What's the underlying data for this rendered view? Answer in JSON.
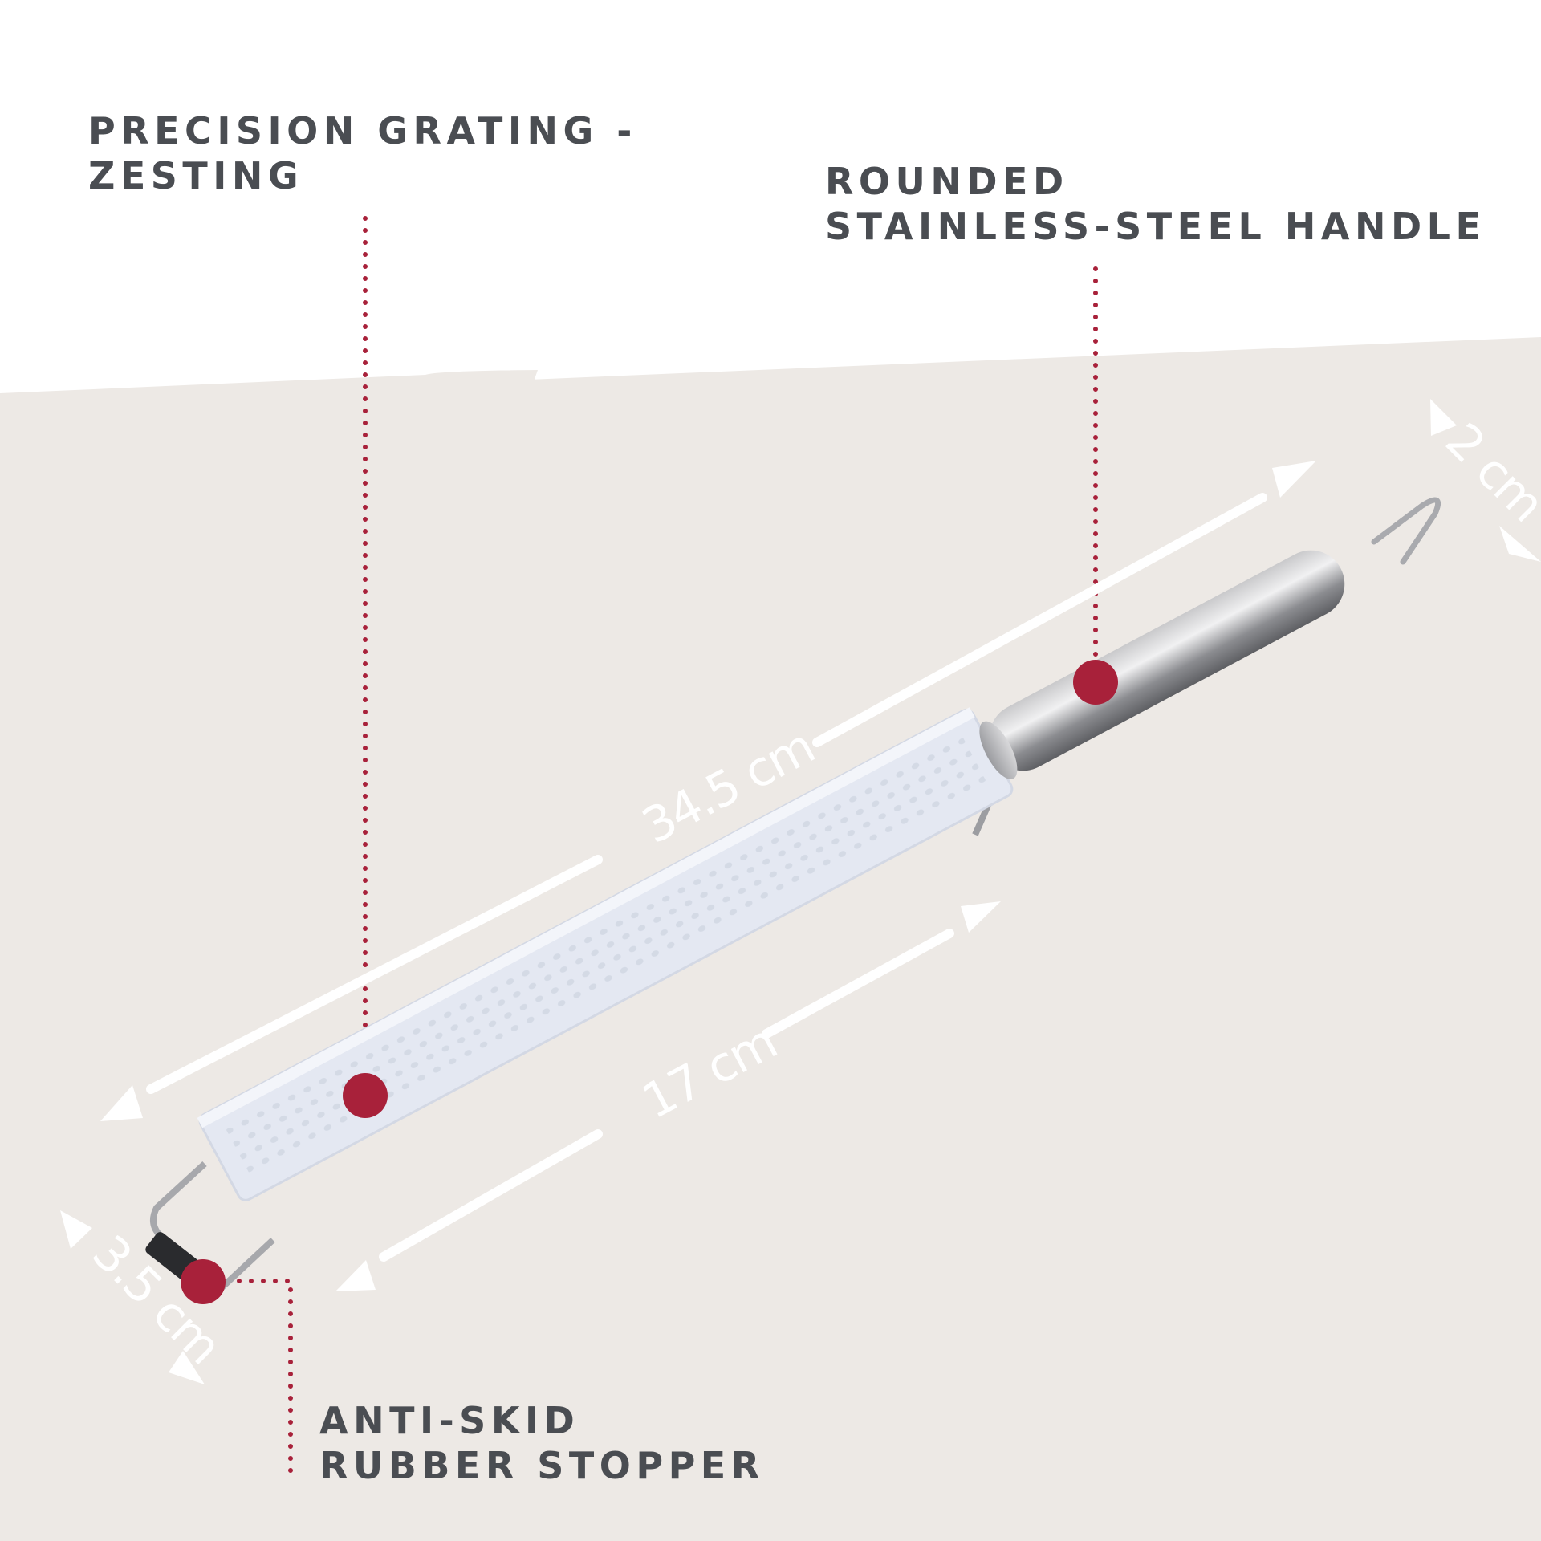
{
  "callouts": {
    "precision_grating": [
      "PRECISION GRATING -",
      "ZESTING"
    ],
    "handle": [
      "ROUNDED",
      "STAINLESS-STEEL HANDLE"
    ],
    "stopper": [
      "ANTI-SKID",
      "RUBBER STOPPER"
    ]
  },
  "dimensions": {
    "overall_length": "34.5 cm",
    "blade_length": "17 cm",
    "blade_width": "3.5 cm",
    "handle_diameter": "2 cm"
  },
  "colors": {
    "background_top": "#ffffff",
    "background_bottom": "#ede9e5",
    "callout_text": "#4a4d52",
    "accent": "#a8213a",
    "dimension_marks": "#ffffff"
  }
}
